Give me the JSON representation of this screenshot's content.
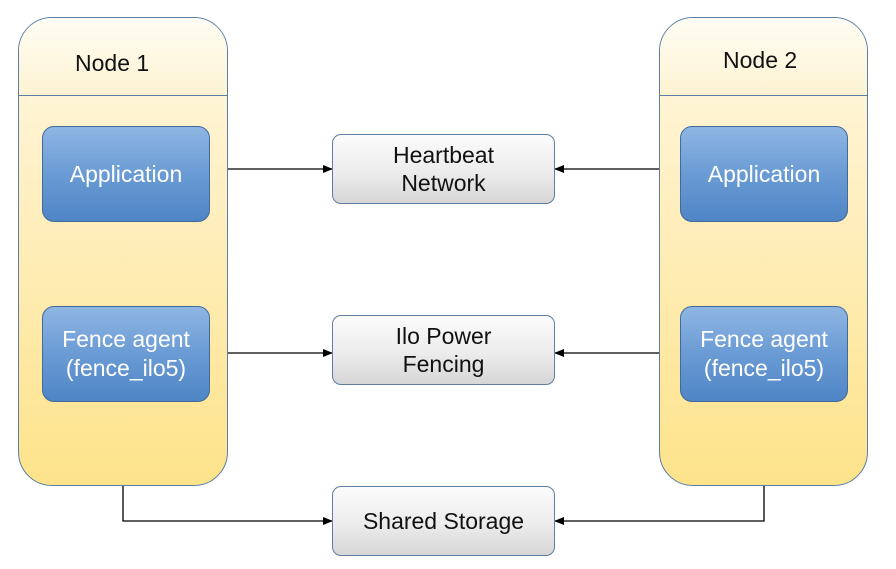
{
  "nodes": [
    {
      "title": "Node 1",
      "application": "Application",
      "fence": {
        "line1": "Fence agent",
        "line2": "(fence_ilo5)"
      }
    },
    {
      "title": "Node 2",
      "application": "Application",
      "fence": {
        "line1": "Fence agent",
        "line2": "(fence_ilo5)"
      }
    }
  ],
  "services": {
    "heartbeat": {
      "line1": "Heartbeat",
      "line2": "Network"
    },
    "ilo": {
      "line1": "Ilo Power",
      "line2": "Fencing"
    },
    "storage": {
      "label": "Shared Storage"
    }
  },
  "colors": {
    "node_fill_top": "#fff8e3",
    "node_fill_bottom": "#fde38a",
    "component_fill": "#6a9bd4",
    "service_fill": "#ececec",
    "border": "#5a7ea8",
    "arrow": "#000000"
  }
}
